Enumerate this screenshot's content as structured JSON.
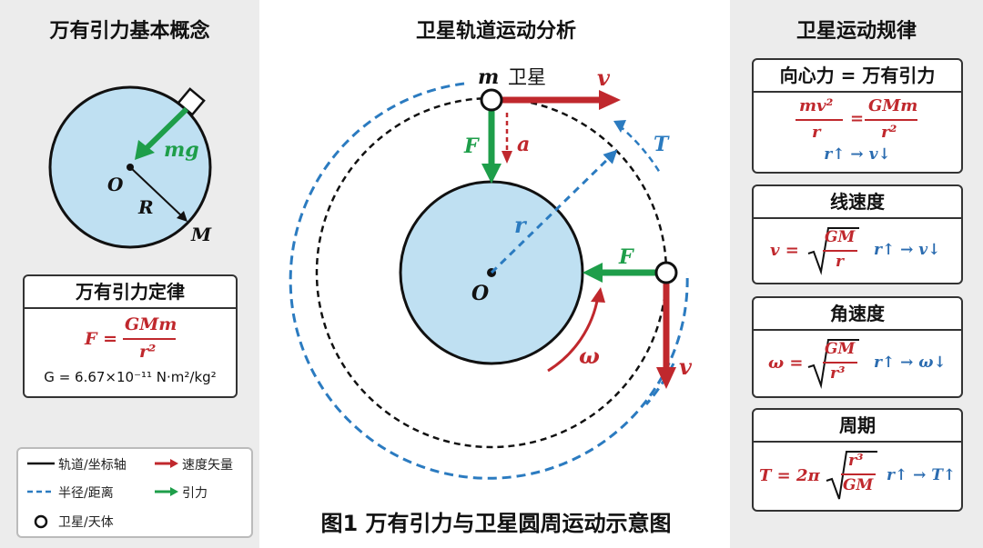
{
  "left": {
    "title": "万有引力基本概念",
    "small_circle": {
      "weight_label": "mg",
      "center_label": "O",
      "radius_label": "R",
      "mass_label": "M"
    },
    "law_box": {
      "title": "万有引力定律",
      "formula_lhs": "F =",
      "formula_num": "GMm",
      "formula_den": "r²",
      "constant": "G = 6.67×10⁻¹¹ N·m²/kg²"
    },
    "legend": [
      {
        "key": "line",
        "label": "轨道/坐标轴",
        "color": "#111111"
      },
      {
        "key": "vector",
        "label": "速度矢量",
        "color": "#c0282d"
      },
      {
        "key": "dashed",
        "label": "半径/距离",
        "color": "#2b7bc0"
      },
      {
        "key": "force",
        "label": "引力",
        "color": "#1e9e4a"
      },
      {
        "key": "body",
        "label": "卫星/天体",
        "color": "#111111"
      }
    ]
  },
  "center": {
    "title": "卫星轨道运动分析",
    "satellite_label_m": "m",
    "satellite_label": "卫星",
    "v_top": "v",
    "F_top": "F",
    "a_label": "a",
    "T_label": "T",
    "r_label": "r",
    "O_label": "O",
    "F_right": "F",
    "omega_label": "ω",
    "v_right": "v",
    "caption": "图1 万有引力与卫星圆周运动示意图"
  },
  "right": {
    "title": "卫星运动规律",
    "box1": {
      "title": "向心力 = 万有引力",
      "num1": "mv²",
      "den1": "r",
      "eq": "=",
      "num2": "GMm",
      "den2": "r²",
      "rel": "r↑ → v↓"
    },
    "box2": {
      "title": "线速度",
      "lhs": "v =",
      "num": "GM",
      "den": "r",
      "rel": "r↑ → v↓"
    },
    "box3": {
      "title": "角速度",
      "lhs": "ω =",
      "num": "GM",
      "den": "r³",
      "rel": "r↑ → ω↓"
    },
    "box4": {
      "title": "周期",
      "lhs": "T = 2π",
      "num": "r³",
      "den": "GM",
      "rel": "r↑ → T↑"
    }
  },
  "colors": {
    "red": "#c0282d",
    "green": "#1e9e4a",
    "blue": "#2b7bc0",
    "planet": "#bfe0f2"
  }
}
